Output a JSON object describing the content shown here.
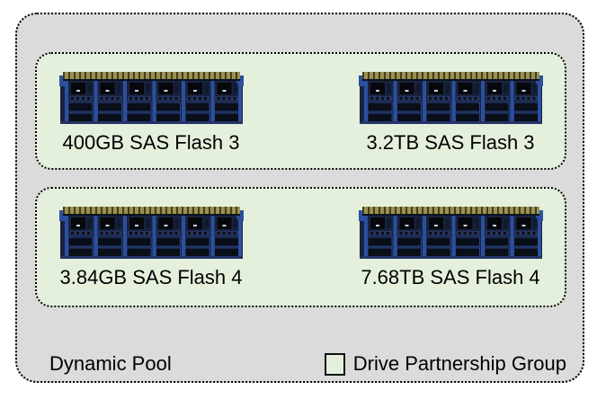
{
  "pool": {
    "label": "Dynamic Pool",
    "groups": [
      {
        "drives": [
          {
            "label": "400GB SAS Flash 3"
          },
          {
            "label": "3.2TB SAS Flash 3"
          }
        ]
      },
      {
        "drives": [
          {
            "label": "3.84GB SAS Flash 4"
          },
          {
            "label": "7.68TB SAS Flash 4"
          }
        ]
      }
    ]
  },
  "legend": {
    "label": "Drive Partnership Group",
    "swatch_color": "#e4f0dc"
  },
  "colors": {
    "pool_background": "#dbdbdb",
    "group_background": "#e4f0dc",
    "border": "#000000",
    "text": "#000000",
    "drive_pcb_blue": "#2c4f9e",
    "drive_body_navy": "#18233f",
    "drive_connector_gold": "#9a9252"
  }
}
